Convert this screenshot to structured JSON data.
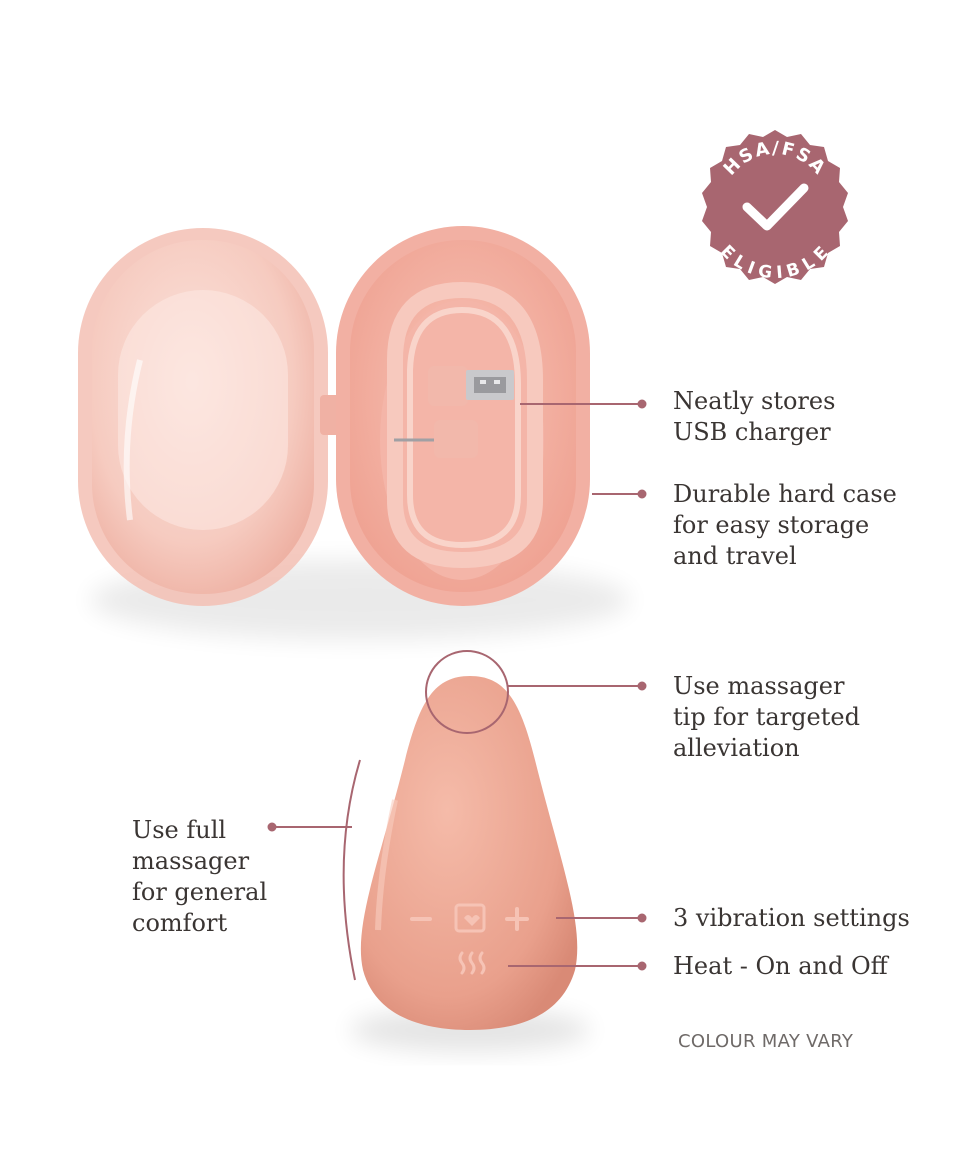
{
  "badge": {
    "top_text": "HSA/FSA",
    "bottom_text": "ELIGIBLE",
    "icon": "checkmark-icon",
    "color": "#a86670"
  },
  "callouts": [
    {
      "id": "usb",
      "text": "Neatly stores\nUSB charger"
    },
    {
      "id": "case",
      "text": "Durable hard case\nfor easy storage\nand travel"
    },
    {
      "id": "tip",
      "text": "Use massager\ntip for targeted\nalleviation"
    },
    {
      "id": "full",
      "text": "Use full\nmassager\nfor general\ncomfort"
    },
    {
      "id": "vibration",
      "text": "3 vibration settings"
    },
    {
      "id": "heat",
      "text": "Heat - On and Off"
    }
  ],
  "footnote": "COLOUR MAY VARY",
  "device_icons": {
    "minus": "minus-icon",
    "heart": "heart-box-icon",
    "plus": "plus-icon",
    "heat": "heat-waves-icon"
  },
  "colors": {
    "leader_line": "#a86670",
    "device": "#eba795",
    "case": "#f4b8ac",
    "text": "#3a3533"
  }
}
